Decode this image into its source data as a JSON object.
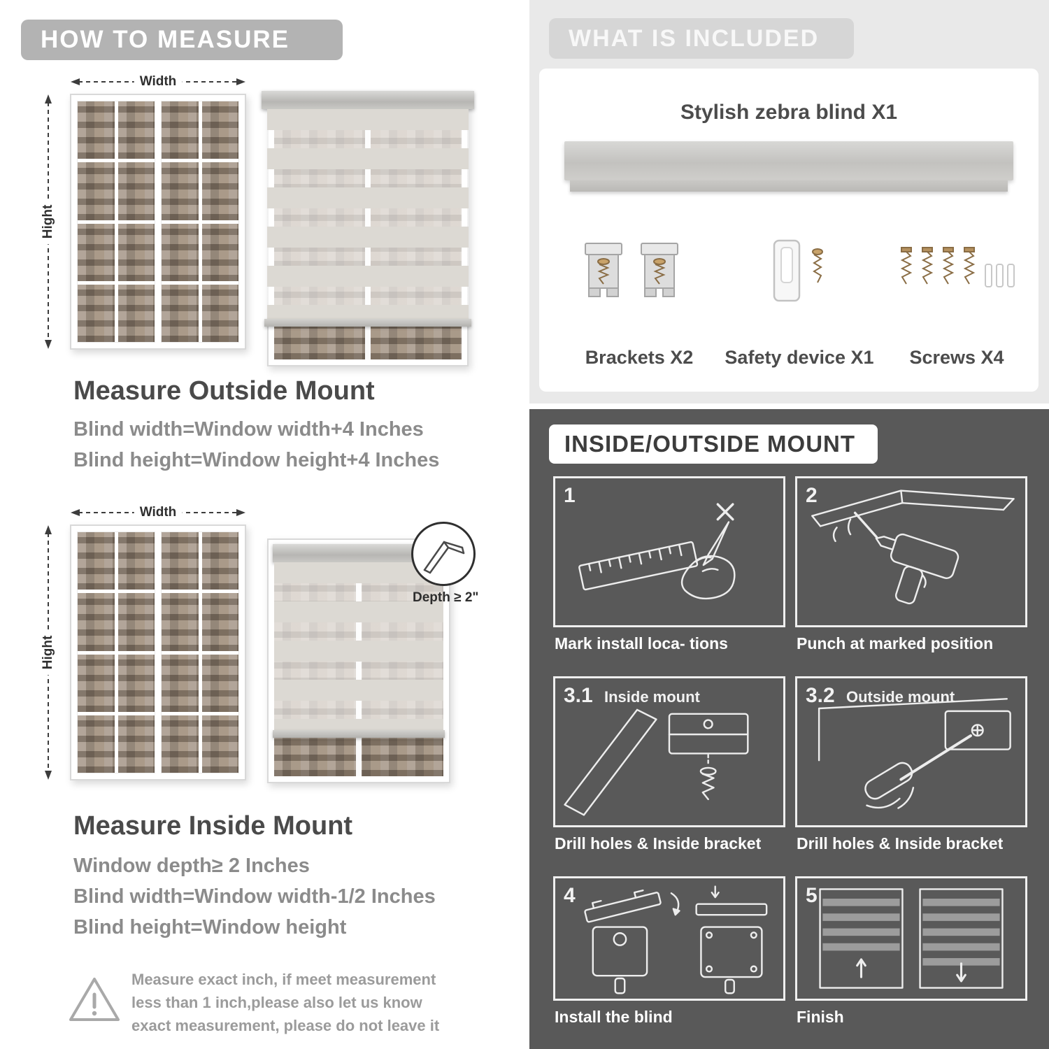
{
  "colors": {
    "left_header_bg": "#b3b3b3",
    "included_bg": "#e9e9e9",
    "mount_bg": "#595959",
    "accent_text": "#4a4a4a"
  },
  "left": {
    "header": "HOW TO MEASURE",
    "outside": {
      "width_label": "Width",
      "height_label": "Hight",
      "title": "Measure Outside Mount",
      "rules": [
        "Blind width=Window width+4 Inches",
        "Blind height=Window height+4 Inches"
      ]
    },
    "inside": {
      "width_label": "Width",
      "height_label": "Hight",
      "depth_label": "Depth ≥ 2\"",
      "title": "Measure Inside Mount",
      "rules": [
        "Window depth≥ 2 Inches",
        "Blind width=Window width-1/2 Inches",
        "Blind height=Window height"
      ]
    },
    "note": "Measure exact inch, if meet measurement less than 1 inch,please also let us know exact measurement, please do not leave it"
  },
  "right": {
    "included": {
      "header": "WHAT IS INCLUDED",
      "blind_label": "Stylish zebra blind X1",
      "items": [
        {
          "name": "brackets",
          "label": "Brackets X2"
        },
        {
          "name": "safety-device",
          "label": "Safety device X1"
        },
        {
          "name": "screws",
          "label": "Screws X4"
        }
      ]
    },
    "mount": {
      "header": "INSIDE/OUTSIDE MOUNT",
      "steps": [
        {
          "num": "1",
          "caption": "Mark install loca- tions"
        },
        {
          "num": "2",
          "caption": "Punch at marked position"
        },
        {
          "num": "3.1",
          "label": "Inside mount",
          "caption": "Drill holes & Inside bracket"
        },
        {
          "num": "3.2",
          "label": "Outside mount",
          "caption": "Drill holes & Inside bracket"
        },
        {
          "num": "4",
          "caption": "Install the blind"
        },
        {
          "num": "5",
          "caption": "Finish"
        }
      ]
    }
  }
}
